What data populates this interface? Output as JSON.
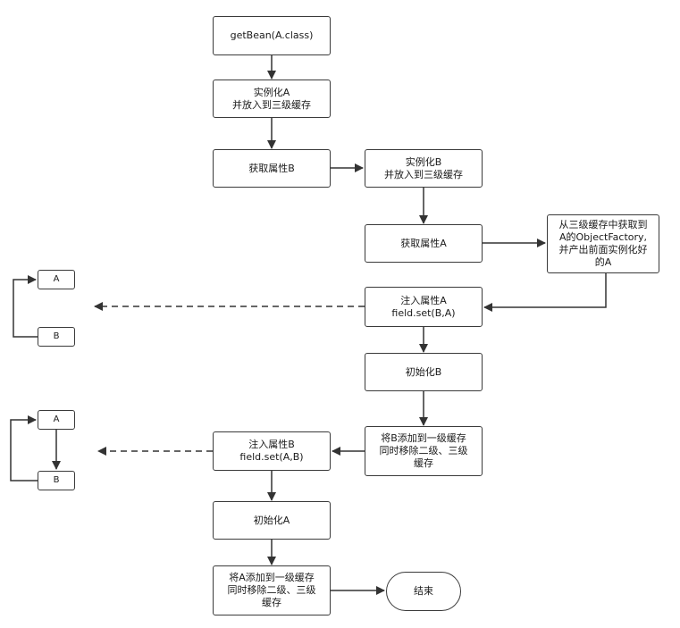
{
  "nodes": {
    "getbean": "getBean(A.class)",
    "inst_a": "实例化A\n并放入到三级缓存",
    "prop_b": "获取属性B",
    "inst_b": "实例化B\n并放入到三级缓存",
    "prop_a": "获取属性A",
    "factory": "从三级缓存中获取到\nA的ObjectFactory,\n并产出前面实例化好\n的A",
    "inject_a": "注入属性A\nfield.set(B,A)",
    "init_b": "初始化B",
    "add_b": "将B添加到一级缓存\n同时移除二级、三级\n缓存",
    "inject_b": "注入属性B\nfield.set(A,B)",
    "init_a": "初始化A",
    "add_a": "将A添加到一级缓存\n同时移除二级、三级\n缓存",
    "end": "结束"
  },
  "ref1": {
    "a": "A",
    "b": "B"
  },
  "ref2": {
    "a": "A",
    "b": "B"
  }
}
